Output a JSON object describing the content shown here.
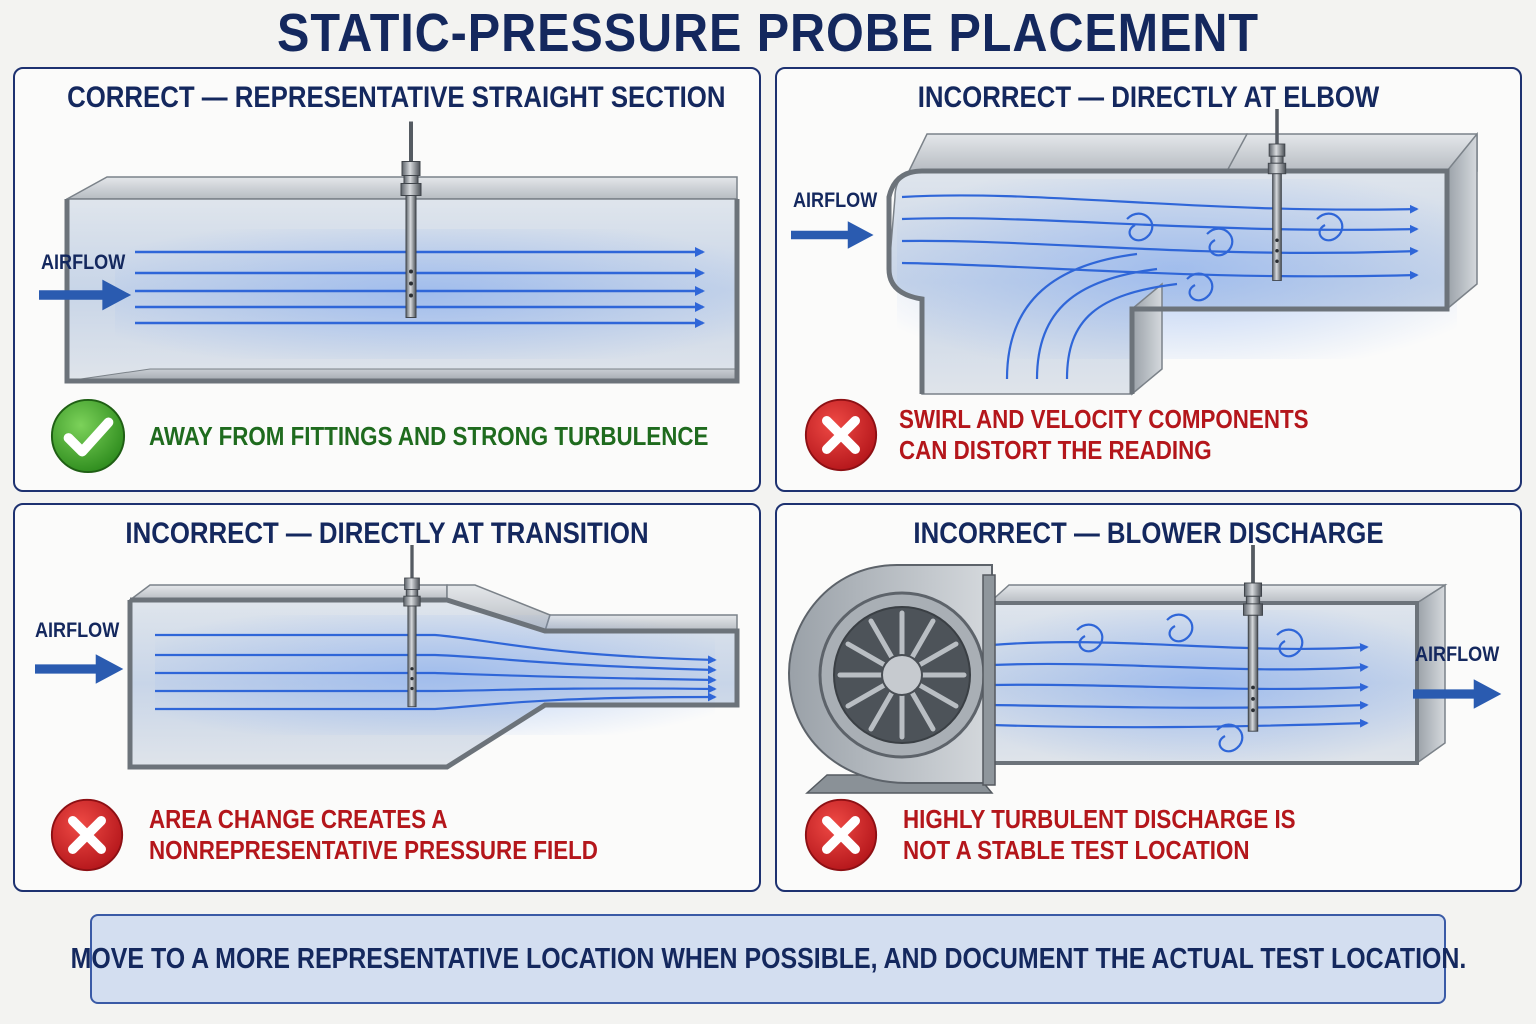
{
  "title": "STATIC-PRESSURE PROBE PLACEMENT",
  "airflow_label": "AIRFLOW",
  "colors": {
    "navy": "#14285e",
    "correct_green": "#1f6b1e",
    "incorrect_red": "#b4161b",
    "flow_blue": "#2f66d8",
    "footer_fill": "#d3def0"
  },
  "panels": [
    {
      "title": "CORRECT — REPRESENTATIVE STRAIGHT SECTION",
      "status": "correct",
      "icon": "check-icon",
      "message_lines": [
        "AWAY FROM FITTINGS AND STRONG TURBULENCE"
      ]
    },
    {
      "title": "INCORRECT — DIRECTLY AT ELBOW",
      "status": "incorrect",
      "icon": "x-icon",
      "message_lines": [
        "SWIRL AND VELOCITY COMPONENTS",
        "CAN DISTORT THE READING"
      ]
    },
    {
      "title": "INCORRECT — DIRECTLY AT TRANSITION",
      "status": "incorrect",
      "icon": "x-icon",
      "message_lines": [
        "AREA CHANGE CREATES A",
        "NONREPRESENTATIVE PRESSURE FIELD"
      ]
    },
    {
      "title": "INCORRECT — BLOWER DISCHARGE",
      "status": "incorrect",
      "icon": "x-icon",
      "message_lines": [
        "HIGHLY TURBULENT DISCHARGE IS",
        "NOT A STABLE TEST LOCATION"
      ]
    }
  ],
  "footer": "MOVE TO A MORE REPRESENTATIVE LOCATION WHEN POSSIBLE, AND DOCUMENT THE ACTUAL TEST LOCATION."
}
